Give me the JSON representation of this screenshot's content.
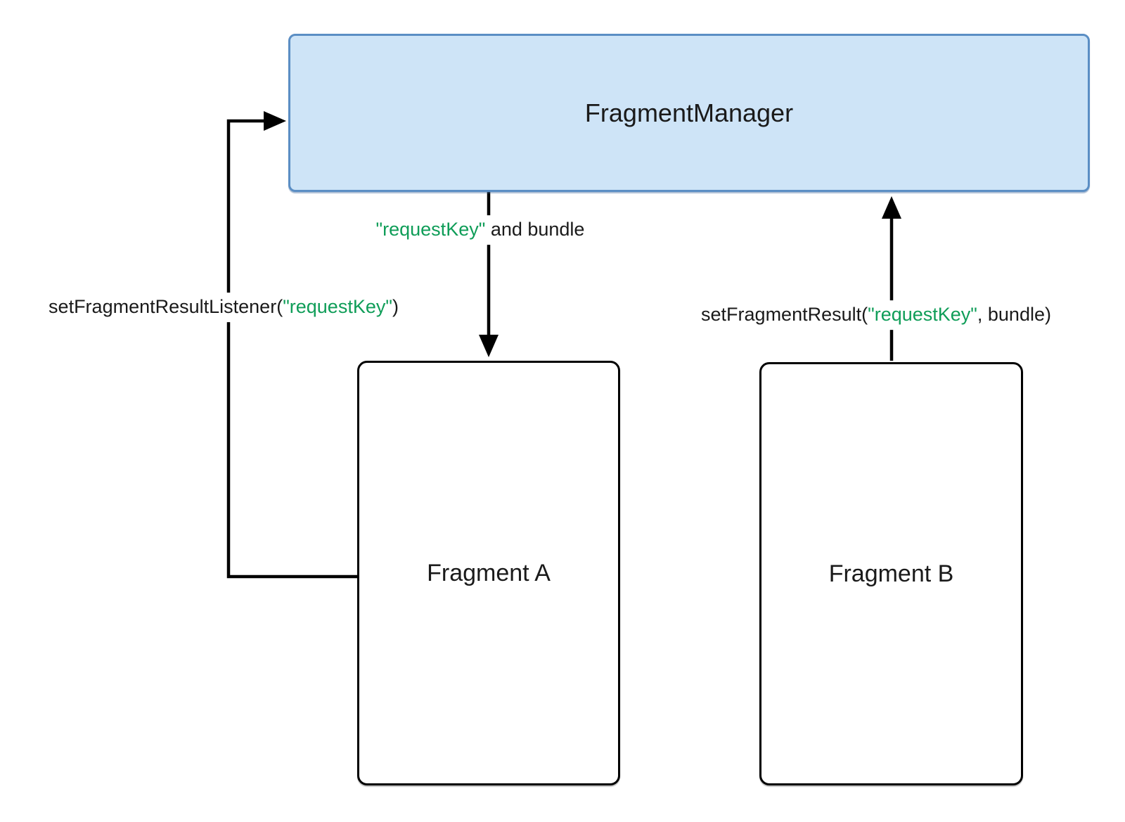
{
  "nodes": {
    "fragment_manager": {
      "label": "FragmentManager"
    },
    "fragment_a": {
      "label": "Fragment A"
    },
    "fragment_b": {
      "label": "Fragment B"
    }
  },
  "edge_labels": {
    "manager_to_a": {
      "pre": "",
      "key": "\"requestKey\"",
      "post": " and bundle"
    },
    "a_to_manager": {
      "pre": "setFragmentResultListener(",
      "key": "\"requestKey\"",
      "post": ")"
    },
    "b_to_manager": {
      "pre": "setFragmentResult(",
      "key": "\"requestKey\"",
      "post": ", bundle)"
    }
  },
  "colors": {
    "accent_green": "#0f9d58",
    "manager_fill": "#cee4f7",
    "manager_border": "#5b8ec4",
    "fragment_border": "#000000",
    "line": "#000000",
    "text": "#1a1a1a",
    "background": "#ffffff"
  }
}
